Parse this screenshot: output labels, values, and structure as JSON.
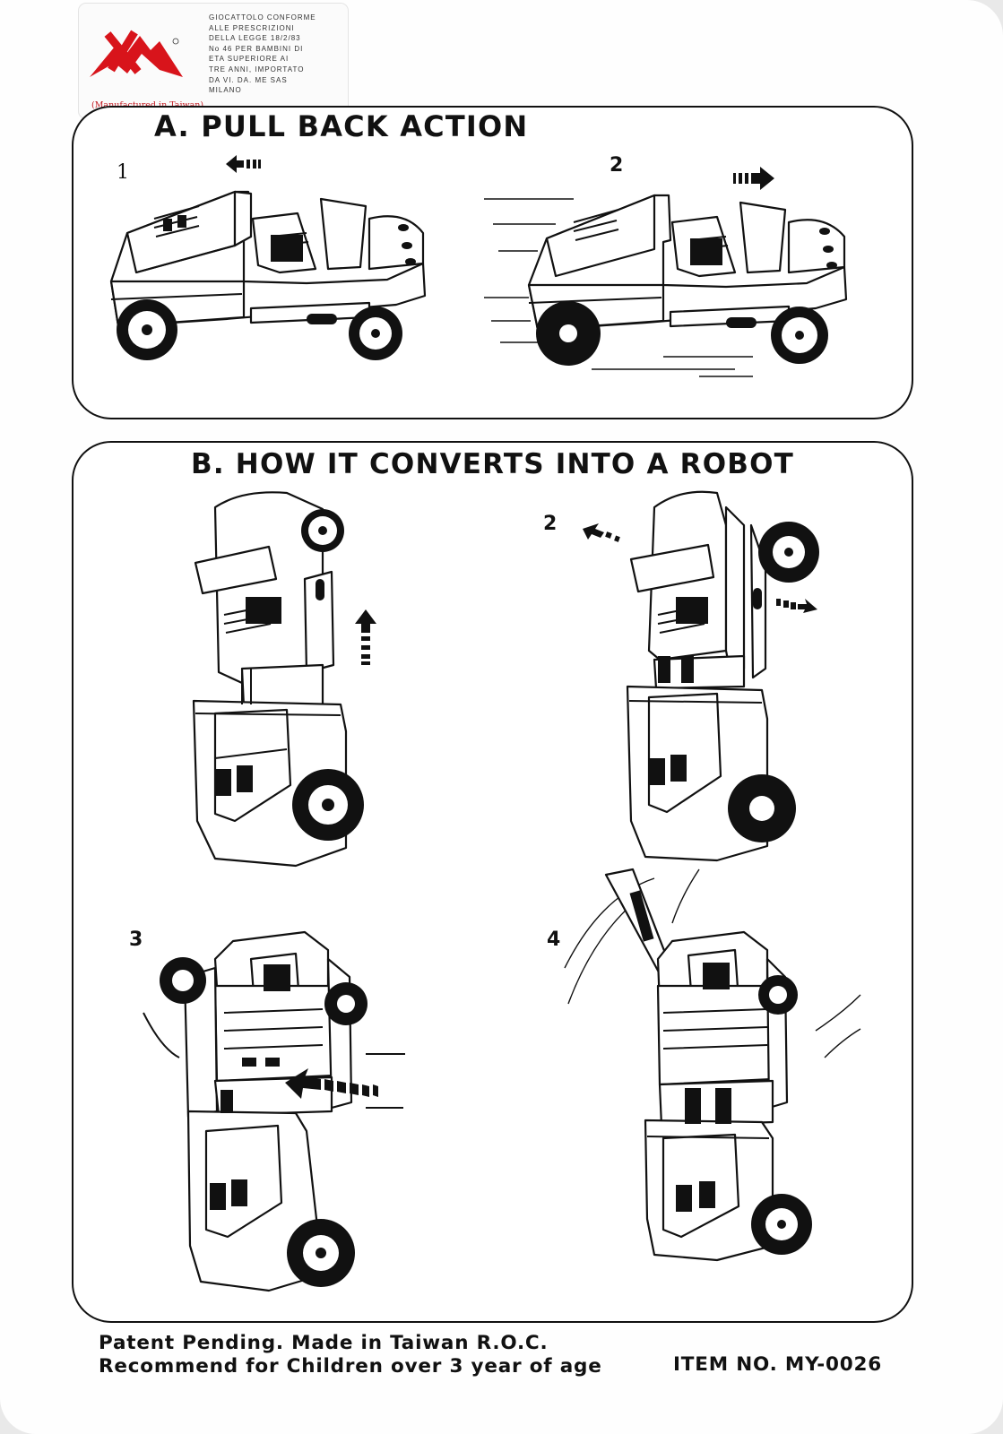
{
  "sticker": {
    "logo": "XM-logo",
    "text": "GIOCATTOLO CONFORME\nALLE PRESCRIZIONI\nDELLA LEGGE 18/2/83\nNo 46 PER BAMBINI DI\nETA SUPERIORE AI\nTRE ANNI, IMPORTATO\nDA VI. DA. ME SAS\nMILANO",
    "manufactured": "(Manufactured in Taiwan)",
    "logo_color": "#d8141b"
  },
  "section_a": {
    "title": "A. PULL BACK ACTION",
    "steps": [
      {
        "number": "1",
        "arrow": "left-arrow-icon"
      },
      {
        "number": "2",
        "arrow": "right-arrow-icon"
      }
    ]
  },
  "section_b": {
    "title": "B. HOW IT CONVERTS INTO A ROBOT",
    "steps": [
      {
        "number": "",
        "arrow": "up-arrow-icon"
      },
      {
        "number": "2",
        "arrow": "split-arrows-icon"
      },
      {
        "number": "3",
        "arrow": "curved-arrow-icon"
      },
      {
        "number": "4",
        "arrow": "swing-lines-icon"
      }
    ]
  },
  "footer": {
    "line1": "Patent Pending. Made in Taiwan R.O.C.",
    "line2": "Recommend for Children over 3 year of age",
    "item": "ITEM NO. MY-0026"
  },
  "colors": {
    "ink": "#111111",
    "card": "#fefefe",
    "logo_red": "#d8141b"
  }
}
